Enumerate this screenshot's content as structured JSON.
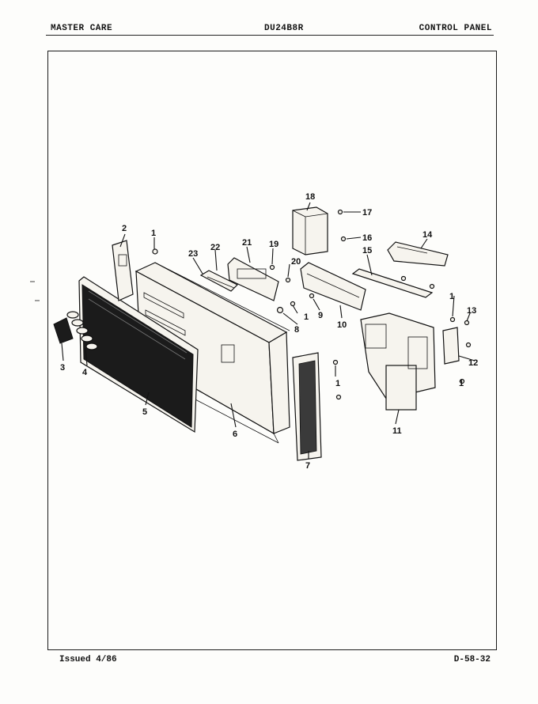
{
  "header": {
    "left": "MASTER CARE",
    "model": "DU24B8R",
    "section": "CONTROL PANEL"
  },
  "footer": {
    "issued": "Issued 4/86",
    "page_code": "D-58-32"
  },
  "callouts": [
    "1",
    "1",
    "1",
    "1",
    "1",
    "2",
    "3",
    "4",
    "5",
    "6",
    "7",
    "8",
    "9",
    "10",
    "11",
    "12",
    "13",
    "14",
    "15",
    "16",
    "17",
    "18",
    "19",
    "20",
    "21",
    "22",
    "23"
  ]
}
